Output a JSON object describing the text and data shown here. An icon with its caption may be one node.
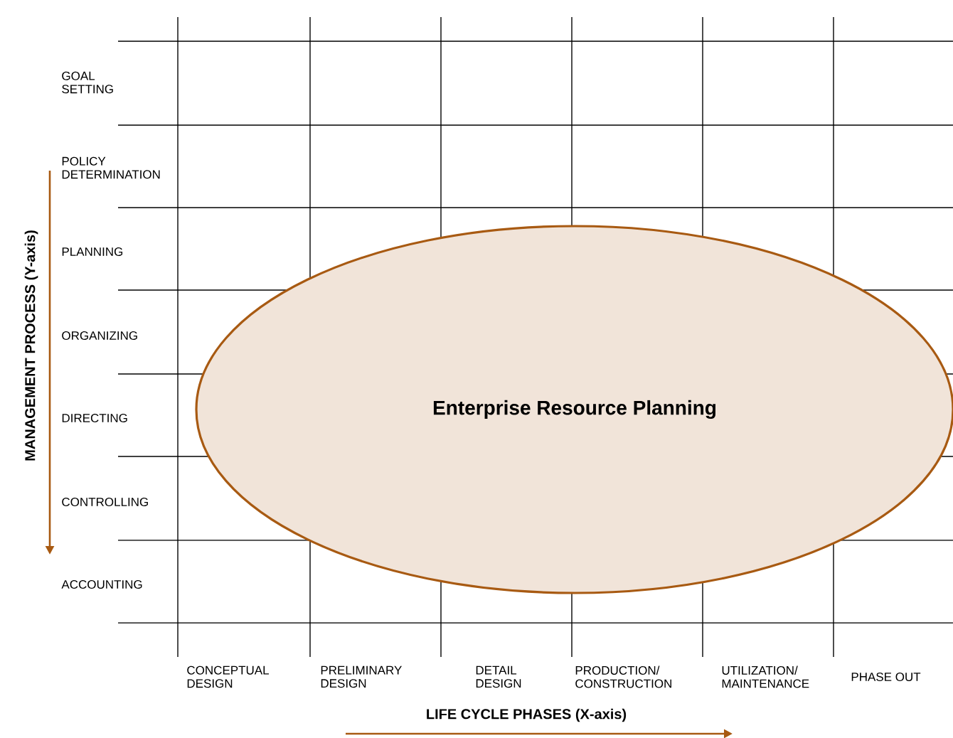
{
  "diagram": {
    "nodes": [
      {
        "text": [
          "Enterprise Resource Planning"
        ]
      }
    ],
    "edges": [],
    "labels": [
      "GOAL SETTING",
      "POLICY DETERMINATION",
      "PLANNING",
      "ORGANIZING",
      "DIRECTING",
      "CONTROLLING",
      "ACCOUNTING",
      "MANAGEMENT PROCESS (Y-axis)",
      "CONCEPTUAL DESIGN",
      "PRELIMINARY DESIGN",
      "DETAIL DESIGN",
      "PRODUCTION/ CONSTRUCTION",
      "UTILIZATION/ MAINTENANCE",
      "PHASE OUT",
      "LIFE CYCLE PHASES (X-axis)"
    ]
  }
}
